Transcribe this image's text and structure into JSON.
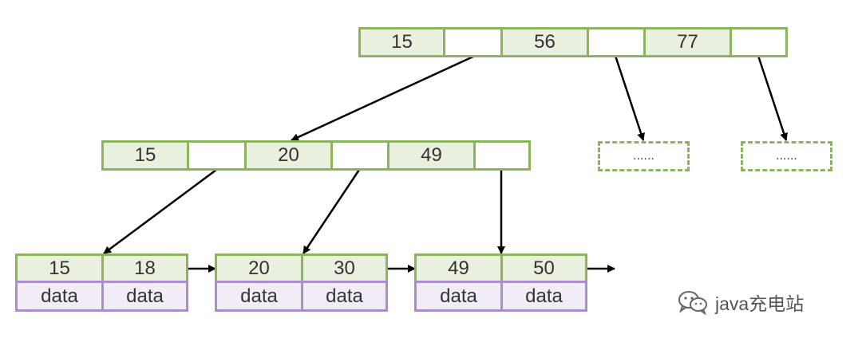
{
  "root": {
    "keys": [
      "15",
      "56",
      "77"
    ]
  },
  "internal": {
    "keys": [
      "15",
      "20",
      "49"
    ]
  },
  "leaves": [
    {
      "keys": [
        "15",
        "18"
      ],
      "data": [
        "data",
        "data"
      ]
    },
    {
      "keys": [
        "20",
        "30"
      ],
      "data": [
        "data",
        "data"
      ]
    },
    {
      "keys": [
        "49",
        "50"
      ],
      "data": [
        "data",
        "data"
      ]
    }
  ],
  "placeholders": [
    "......",
    "......"
  ],
  "watermark": {
    "text": "java充电站",
    "icon": "wechat-icon"
  },
  "colors": {
    "key_fill": "#e9f0de",
    "node_border": "#8cb45f",
    "data_fill": "#f1ecf6",
    "data_border": "#a88fcb",
    "arrow": "#000000"
  }
}
